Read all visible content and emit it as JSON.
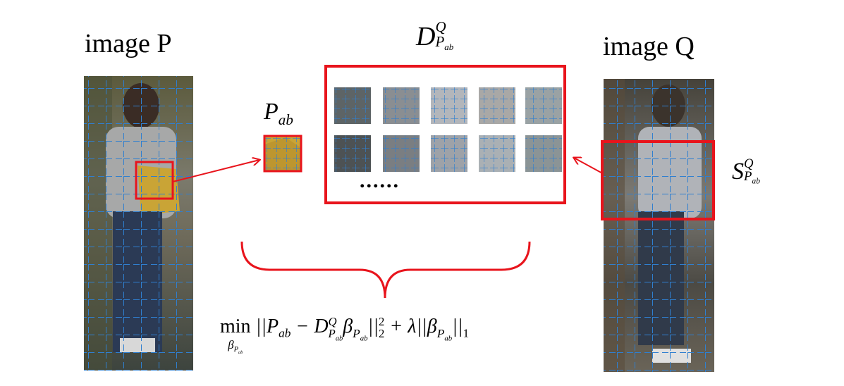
{
  "labels": {
    "image_p": "image P",
    "image_q": "image Q",
    "dots": "......"
  },
  "math": {
    "p_ab_base": "P",
    "p_ab_sub": "ab",
    "d_base": "D",
    "d_sup": "Q",
    "d_sub_base": "P",
    "d_sub_sub": "ab",
    "s_base": "S",
    "s_sup": "Q",
    "s_sub_base": "P",
    "s_sub_sub": "ab",
    "formula_min": "min",
    "formula_under": "β",
    "formula_under_sub": "P",
    "formula_under_subsub": "ab",
    "formula_body_1": "||P",
    "formula_body_1_sub": "ab",
    "formula_minus": " − D",
    "formula_d_sup": "Q",
    "formula_d_sub": "P",
    "formula_d_subsub": "ab",
    "formula_beta": "β",
    "formula_beta_sub": "P",
    "formula_beta_subsub": "ab",
    "formula_norm2": "||",
    "formula_norm2_sup": "2",
    "formula_norm2_sub": "2",
    "formula_plus": " + λ||β",
    "formula_beta2_sub": "P",
    "formula_beta2_subsub": "ab",
    "formula_norm1": "||",
    "formula_norm1_sub": "1"
  },
  "colors": {
    "highlight": "#e8141c",
    "grid": "#2f7fd0",
    "photo_dark": "#3e4a34"
  }
}
